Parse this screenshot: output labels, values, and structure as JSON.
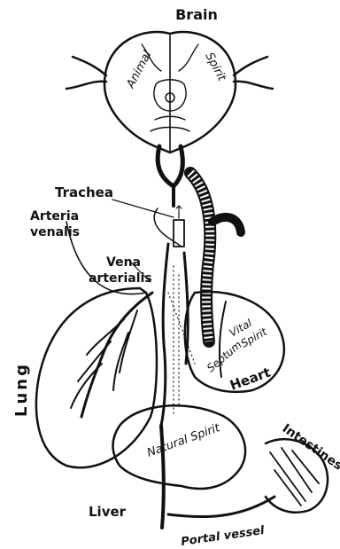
{
  "labels": {
    "brain": "Brain",
    "animal": "Animal",
    "spirit_brain": "Spirit",
    "trachea": "Trachea",
    "arteria": "Arteria",
    "venalis": "venalis",
    "vena": "Vena",
    "arterialis": "arterialis",
    "lung": "Lung",
    "vital": "Vital",
    "spirit_heart": "Spirit",
    "septum": "Septum",
    "heart": "Heart",
    "natural_spirit": "Natural Spirit",
    "liver": "Liver",
    "portal_vessel": "Portal vessel",
    "intestines": "Intestines"
  },
  "colors": {
    "ink": "#111111",
    "paper": "#ffffff"
  }
}
